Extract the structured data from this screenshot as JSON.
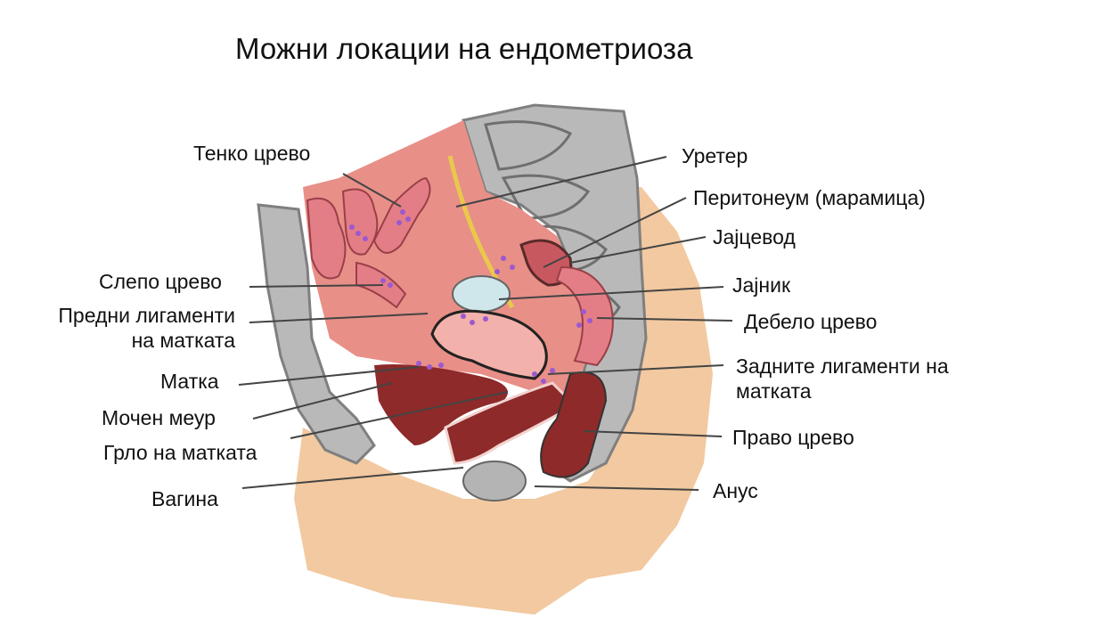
{
  "title": "Можни локации на ендометриоза",
  "colors": {
    "skin": "#F2C9A0",
    "bone": "#B9B9B9",
    "bone_dark": "#7F7F7F",
    "cavity": "#E88F88",
    "tissue_light": "#F2B1AA",
    "uterus_dark": "#8E2A2A",
    "intestine": "#E47E86",
    "ureter": "#E9C84C",
    "lesions": "#9B59D0"
  },
  "labels_left": [
    {
      "id": "small-intestine",
      "text": "Тенко црево"
    },
    {
      "id": "cecum",
      "text": "Слепо црево"
    },
    {
      "id": "anterior-ligaments",
      "lines": [
        "Предни лигаменти",
        "на матката"
      ]
    },
    {
      "id": "uterus",
      "text": "Матка"
    },
    {
      "id": "bladder",
      "text": "Мочен меур"
    },
    {
      "id": "cervix",
      "text": "Грло на матката"
    },
    {
      "id": "vagina",
      "text": "Вагина"
    }
  ],
  "labels_right": [
    {
      "id": "ureter",
      "text": "Уретер"
    },
    {
      "id": "peritoneum",
      "text": "Перитонеум (марамица)"
    },
    {
      "id": "fallopian-tube",
      "text": "Јајцевод"
    },
    {
      "id": "ovary",
      "text": "Јајник"
    },
    {
      "id": "colon",
      "text": "Дебело црево"
    },
    {
      "id": "posterior-ligaments",
      "lines": [
        "Задните лигаменти на",
        "матката"
      ]
    },
    {
      "id": "rectum",
      "text": "Право црево"
    },
    {
      "id": "anus",
      "text": "Анус"
    }
  ]
}
